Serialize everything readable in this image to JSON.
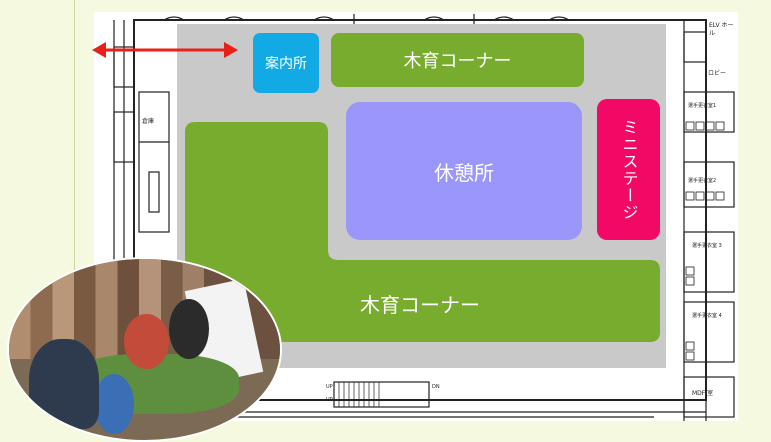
{
  "zones": {
    "info_desk": "案内所",
    "mokuiku_top": "木育コーナー",
    "rest_area": "休憩所",
    "mini_stage": "ミニステージ",
    "mokuiku_bottom": "木育コーナー"
  },
  "plan_labels": {
    "elv_hall": "ELV ホール",
    "lobby": "ロビー",
    "storage": "倉庫",
    "locker1": "選手更衣室1",
    "locker2": "選手更衣室2",
    "locker3": "選手更衣室 3",
    "locker4": "選手更衣室 4",
    "mdf": "MDF 室",
    "dn1": "DN",
    "up1": "UP",
    "dn2": "DN",
    "up2": "UP"
  },
  "colors": {
    "info_desk": "#12aae4",
    "mokuiku": "#77ac2f",
    "rest_area": "#9b96fa",
    "mini_stage": "#f20865",
    "arrow": "#e8201a",
    "floor": "#c9c9c9",
    "background": "#f4f9df"
  },
  "photo": {
    "description_icon": "event-photo"
  }
}
